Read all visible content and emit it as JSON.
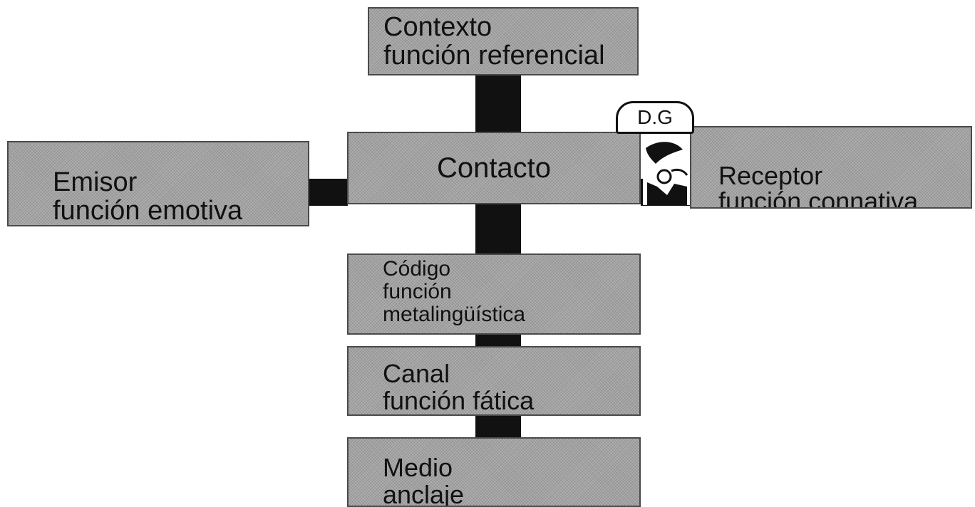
{
  "nodes": {
    "contexto": {
      "title": "Contexto",
      "function": "función referencial"
    },
    "contacto": {
      "title": "Contacto"
    },
    "emisor": {
      "title": "Emisor",
      "function": "función emotiva"
    },
    "receptor": {
      "title": "Receptor",
      "function": "función connativa"
    },
    "codigo": {
      "title": "Código",
      "line2": "función",
      "line3": "metalingüística"
    },
    "canal": {
      "title": "Canal",
      "function": "función fática"
    },
    "medio": {
      "title": "Medio",
      "function": "anclaje"
    }
  },
  "logo": {
    "label": "D.G"
  },
  "colors": {
    "box_fill": "#a3a3a3",
    "connector": "#111111",
    "text": "#111111"
  }
}
